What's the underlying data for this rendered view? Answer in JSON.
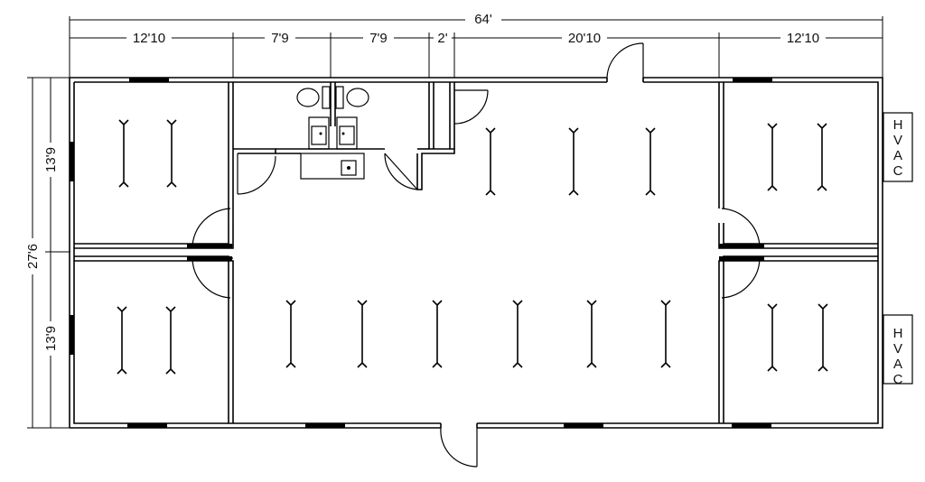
{
  "dimensions": {
    "overall_width": "64'",
    "overall_depth": "27'6",
    "top_segments": [
      "12'10",
      "7'9",
      "7'9",
      "2'",
      "20'10",
      "12'10"
    ],
    "left_segments": [
      "13'9",
      "13'9"
    ]
  },
  "hvac_units": [
    {
      "letters": [
        "H",
        "V",
        "A",
        "C"
      ]
    },
    {
      "letters": [
        "H",
        "V",
        "A",
        "C"
      ]
    }
  ]
}
